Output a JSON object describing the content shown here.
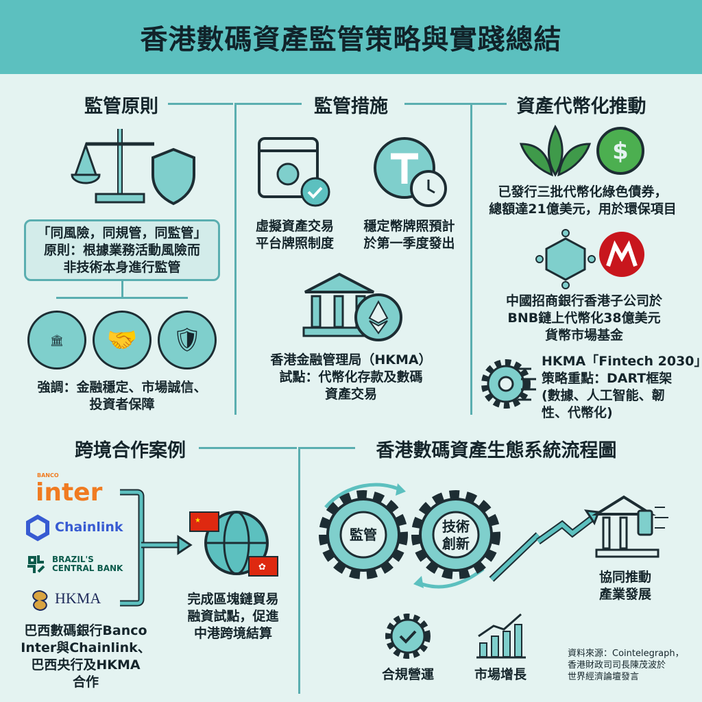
{
  "title": "香港數碼資產監管策略與實踐總結",
  "principles": {
    "heading": "監管原則",
    "box": [
      "「同風險，同規管，同監管」",
      "原則：根據業務活動風險而",
      "非技術本身進行監管"
    ],
    "emphasis": [
      "強調：金融穩定、市場誠信、",
      "投資者保障"
    ]
  },
  "measures": {
    "heading": "監管措施",
    "licensing": [
      "虛擬資產交易",
      "平台牌照制度"
    ],
    "stablecoin": [
      "穩定幣牌照預計",
      "於第一季度發出"
    ],
    "hkma": [
      "香港金融管理局（HKMA）",
      "試點：代幣化存款及數碼",
      "資產交易"
    ]
  },
  "tokenization": {
    "heading": "資產代幣化推動",
    "green_bonds": [
      "已發行三批代幣化綠色債券，",
      "總額達21億美元，用於環保項目"
    ],
    "cmb": [
      "中國招商銀行香港子公司於",
      "BNB鏈上代幣化38億美元",
      "貨幣市場基金"
    ],
    "fintech": [
      "HKMA「Fintech 2030」",
      "策略重點：DART框架",
      "(數據、人工智能、韌",
      "性、代幣化)"
    ]
  },
  "crossborder": {
    "heading": "跨境合作案例",
    "logos": {
      "inter_small": "BANCO",
      "inter": "inter",
      "chainlink": "Chainlink",
      "bcb": [
        "BRAZIL'S",
        "CENTRAL BANK"
      ],
      "hkma": "HKMA"
    },
    "partners": [
      "巴西數碼銀行Banco",
      "Inter與Chainlink、",
      "巴西央行及HKMA",
      "合作"
    ],
    "result": [
      "完成區塊鏈貿易",
      "融資試點，促進",
      "中港跨境結算"
    ]
  },
  "ecosystem": {
    "heading": "香港數碼資產生態系統流程圖",
    "gear1": "監管",
    "gear2": [
      "技術",
      "創新"
    ],
    "collab": [
      "協同推動",
      "產業發展"
    ],
    "compliance": "合規營運",
    "growth": "市場增長"
  },
  "source": [
    "資料來源：Cointelegraph，",
    "香港財政司司長陳茂波於",
    "世界經濟論壇發言"
  ],
  "colors": {
    "teal": "#5cc0bf",
    "mint": "#e4f3f1",
    "dark": "#15252b",
    "inter": "#f07b21",
    "chainlink": "#375bd2",
    "bcb": "#0b5a4b",
    "hkma": "#1e2a5a",
    "cmb": "#c8161d"
  }
}
